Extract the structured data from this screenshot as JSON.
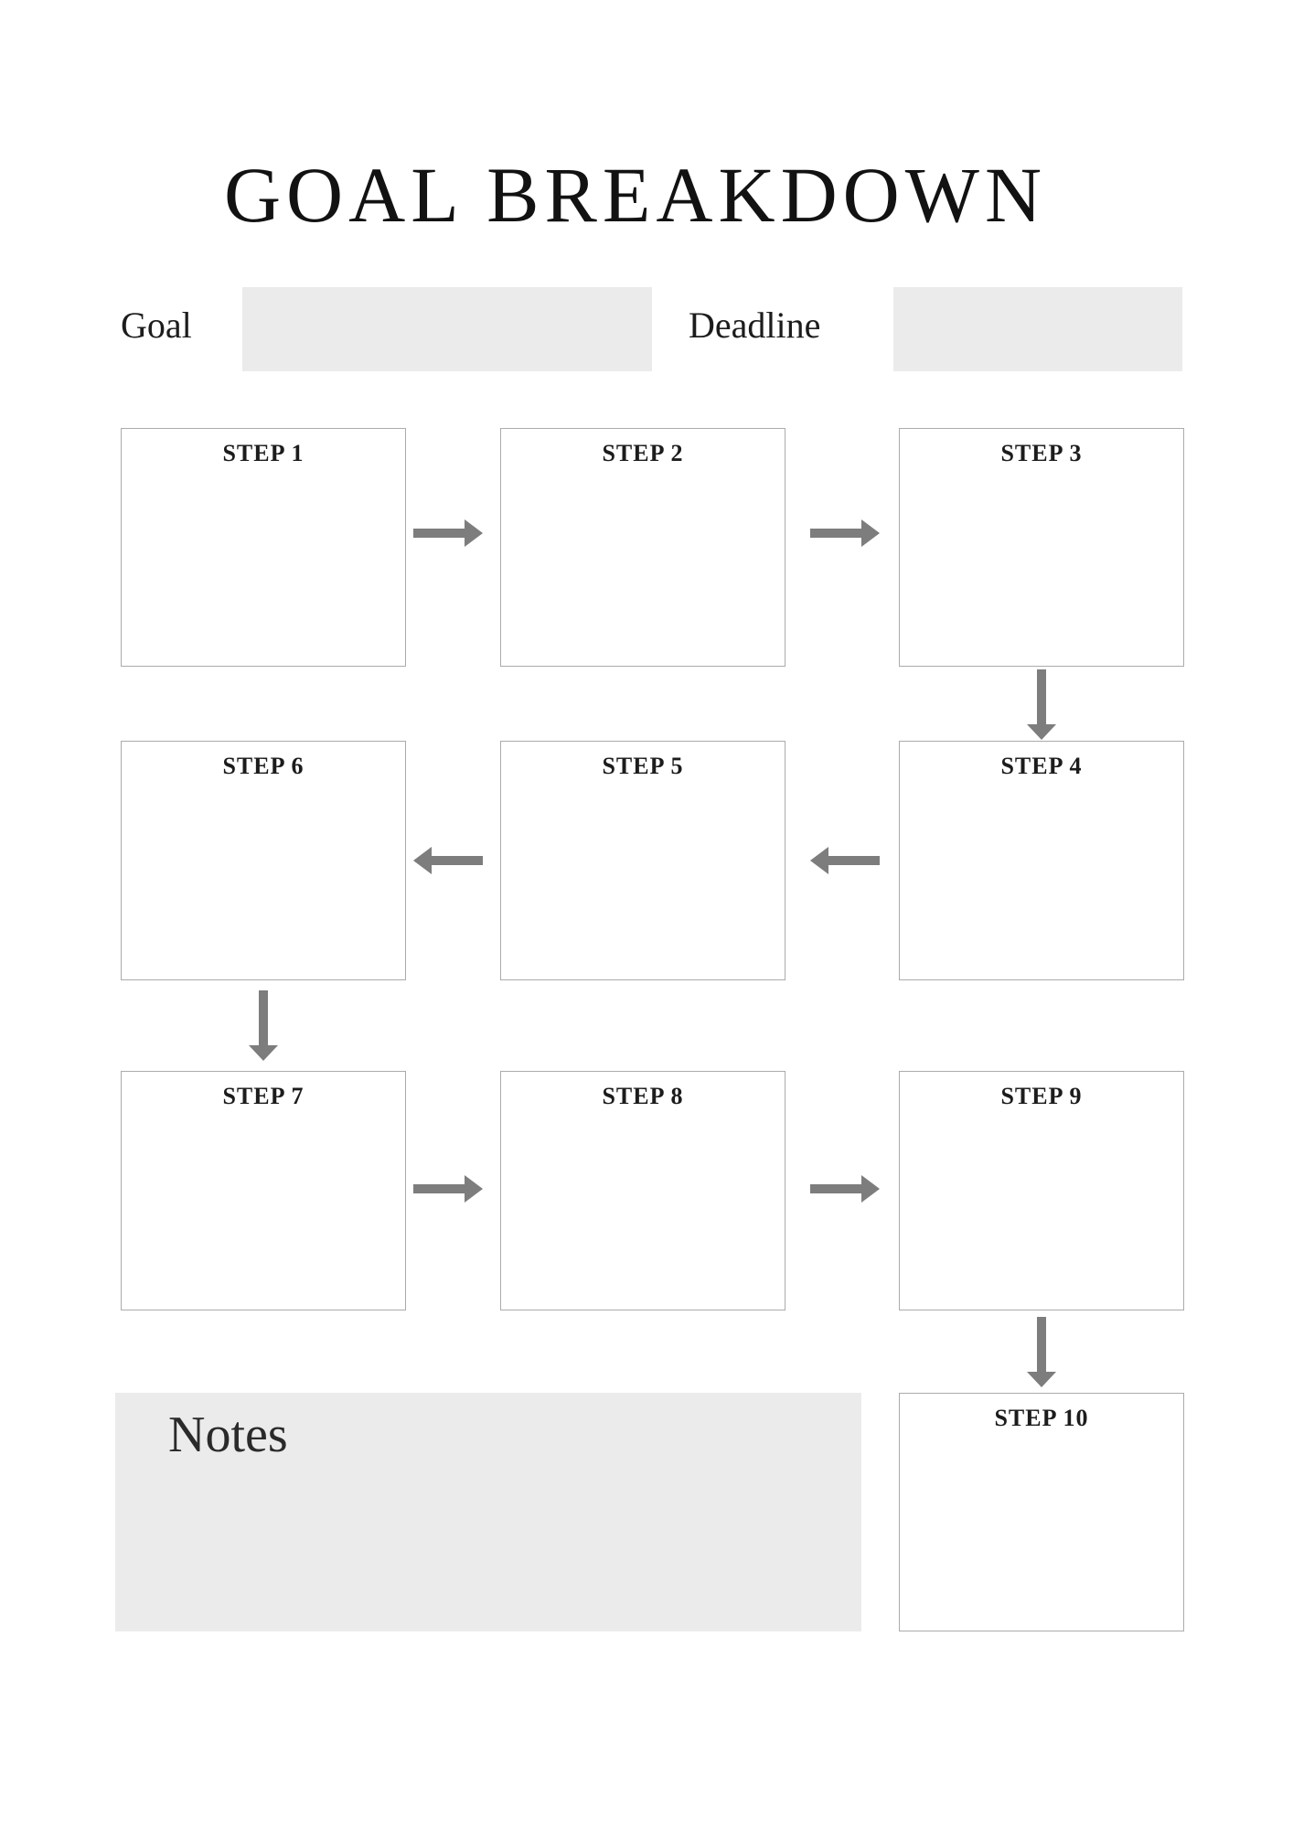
{
  "title": "GOAL BREAKDOWN",
  "goal_field": {
    "label": "Goal",
    "value": ""
  },
  "deadline_field": {
    "label": "Deadline",
    "value": ""
  },
  "steps": [
    {
      "label": "STEP 1"
    },
    {
      "label": "STEP 2"
    },
    {
      "label": "STEP 3"
    },
    {
      "label": "STEP 4"
    },
    {
      "label": "STEP 5"
    },
    {
      "label": "STEP 6"
    },
    {
      "label": "STEP 7"
    },
    {
      "label": "STEP 8"
    },
    {
      "label": "STEP 9"
    },
    {
      "label": "STEP 10"
    }
  ],
  "notes": {
    "label": "Notes",
    "value": ""
  },
  "colors": {
    "field_bg": "#ebebeb",
    "box_border": "#ababab",
    "arrow": "#7d7d7d",
    "title_text": "#121212",
    "label_text": "#1c1c1c"
  }
}
